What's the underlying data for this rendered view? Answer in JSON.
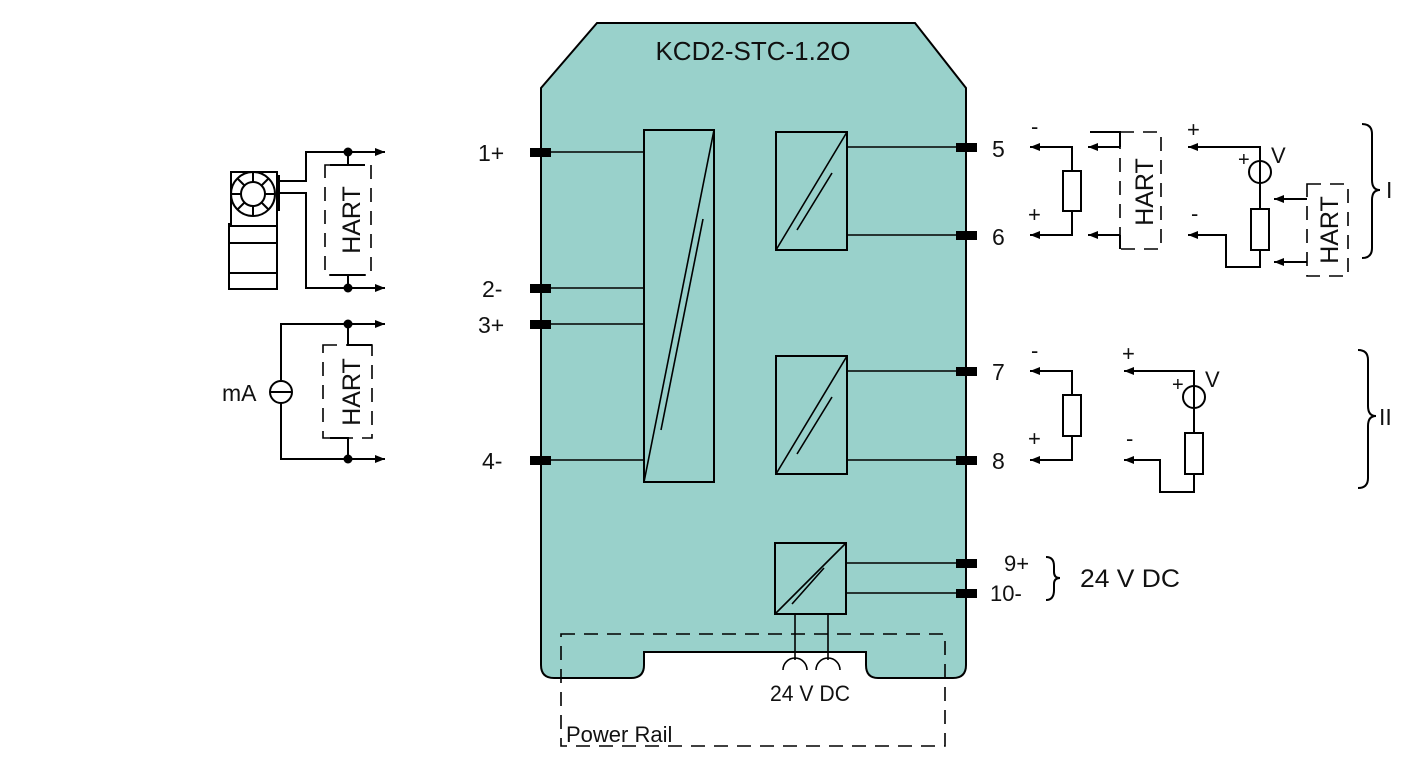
{
  "module": {
    "title": "KCD2-STC-1.2O",
    "body_color": "#99d1cb"
  },
  "terminals": {
    "t1": "1+",
    "t2": "2-",
    "t3": "3+",
    "t4": "4-",
    "t5": "5",
    "t6": "6",
    "t7": "7",
    "t8": "8",
    "t9": "9+",
    "t10": "10-"
  },
  "inputs": {
    "transmitter_hart": "HART",
    "current_source_label": "mA",
    "current_source_hart": "HART"
  },
  "outputs": {
    "group1": {
      "label": "I",
      "minus": "-",
      "plus": "+",
      "hart_a": "HART",
      "hart_b": "HART",
      "volt_label": "V",
      "volt_plus": "+"
    },
    "group2": {
      "label": "II",
      "minus": "-",
      "plus": "+",
      "volt_label": "V",
      "volt_plus": "+"
    }
  },
  "power": {
    "supply_label": "24 V DC",
    "rail_voltage": "24 V DC",
    "rail_label": "Power Rail"
  }
}
